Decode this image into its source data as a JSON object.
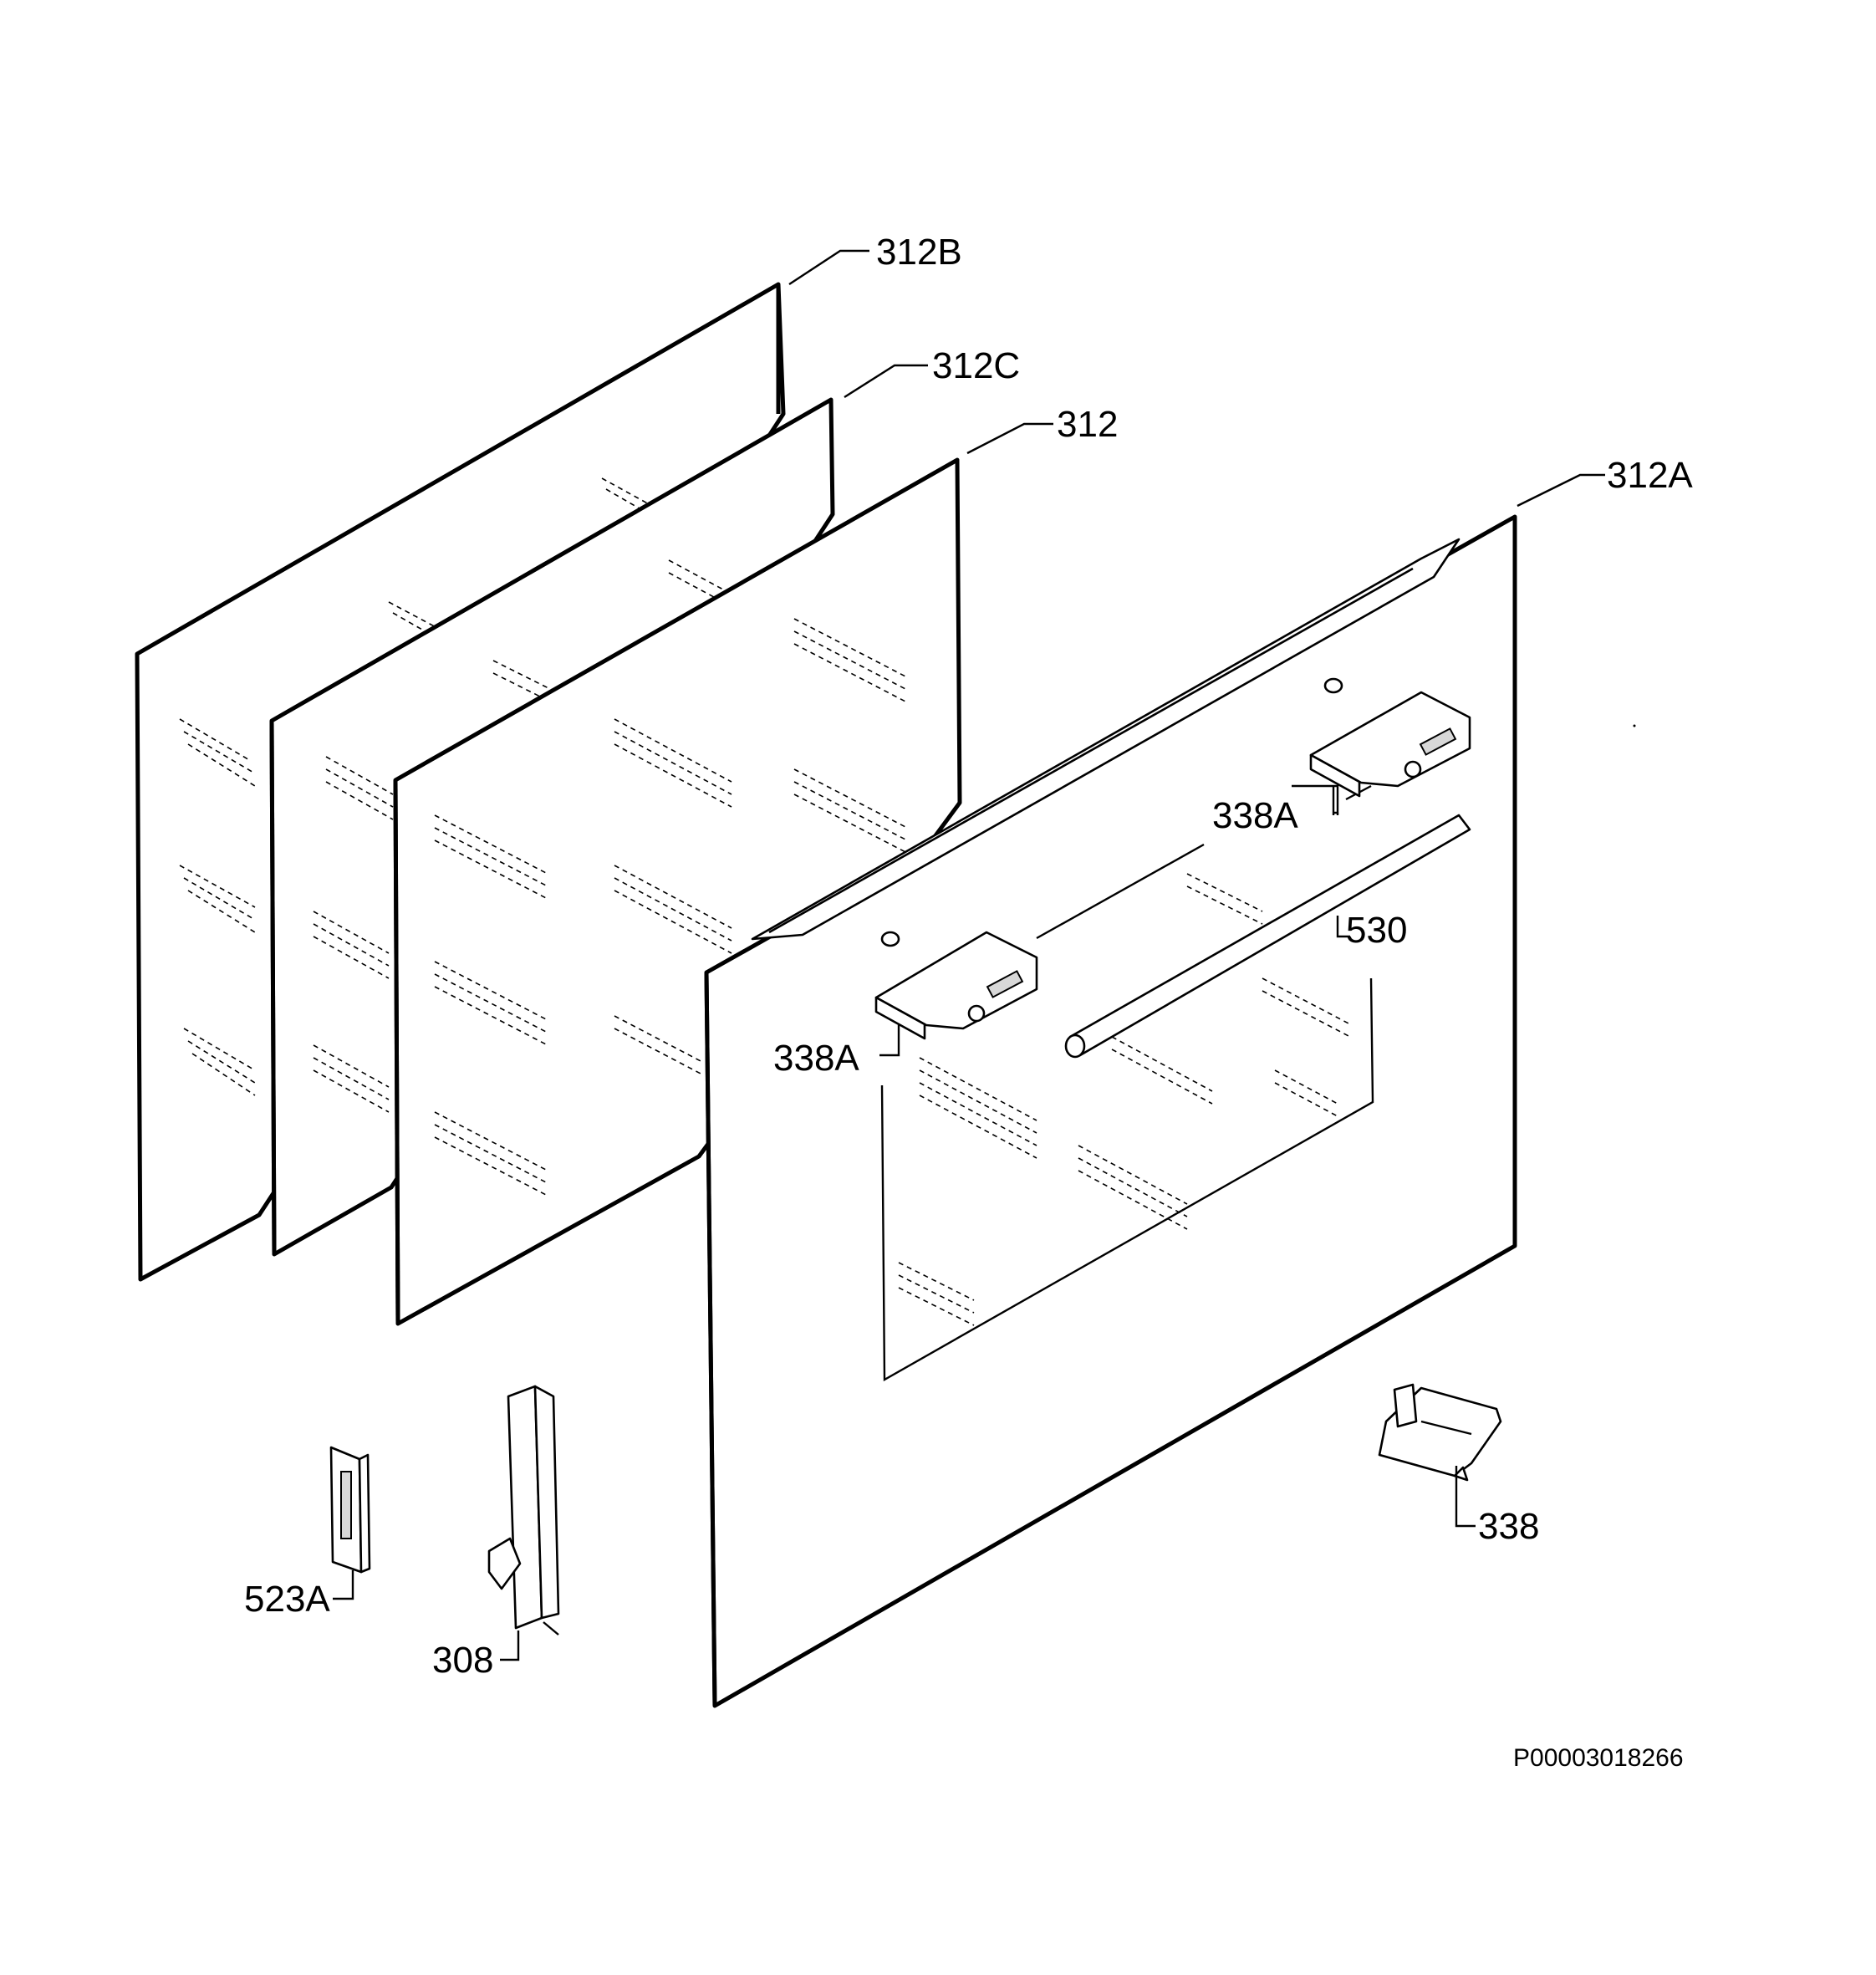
{
  "diagram": {
    "document_number": "P00003018266",
    "callouts": {
      "glass_rear": "312B",
      "glass_second": "312C",
      "glass_middle": "312",
      "glass_front": "312A",
      "hinge_cover_right": "338A",
      "handle": "530",
      "hinge_cover_left": "338A",
      "bracket": "338",
      "clip": "523A",
      "hinge": "308"
    }
  }
}
